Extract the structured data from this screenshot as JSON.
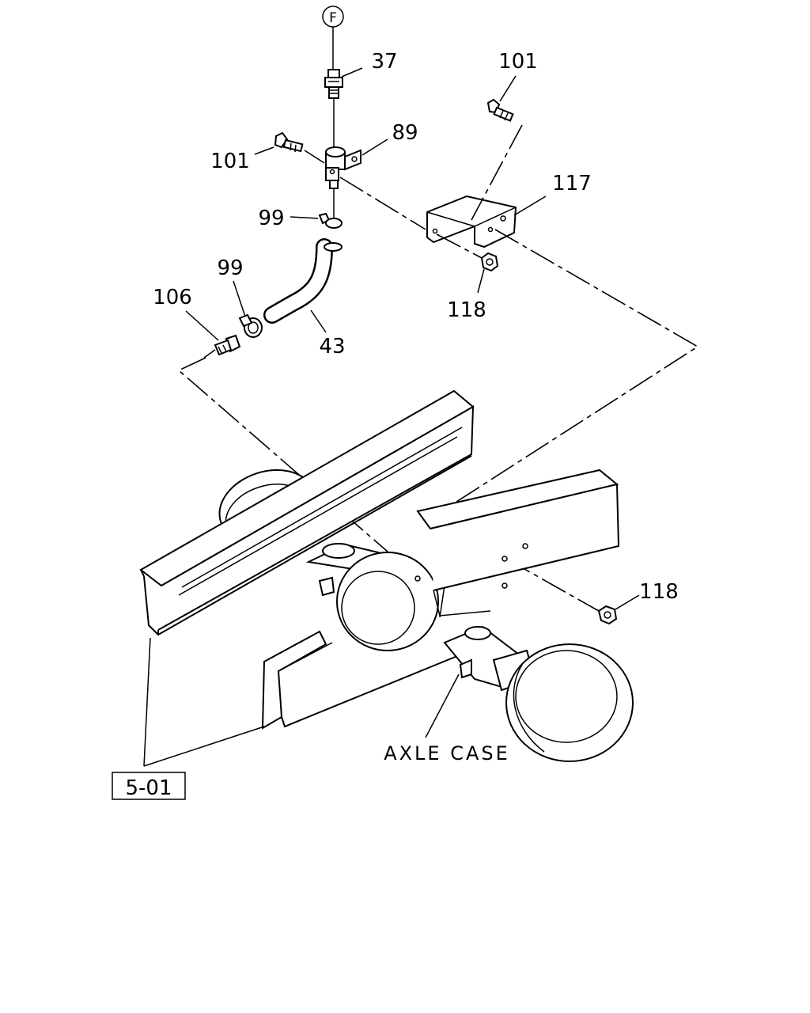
{
  "diagram": {
    "connector_letter": "F",
    "callouts": {
      "p37": "37",
      "p89": "89",
      "p101_left": "101",
      "p101_right": "101",
      "p99_upper": "99",
      "p99_lower": "99",
      "p106": "106",
      "p43": "43",
      "p117": "117",
      "p118_upper": "118",
      "p118_lower": "118"
    },
    "axle_case_label": "AXLE CASE",
    "reference_box": "5-01"
  }
}
